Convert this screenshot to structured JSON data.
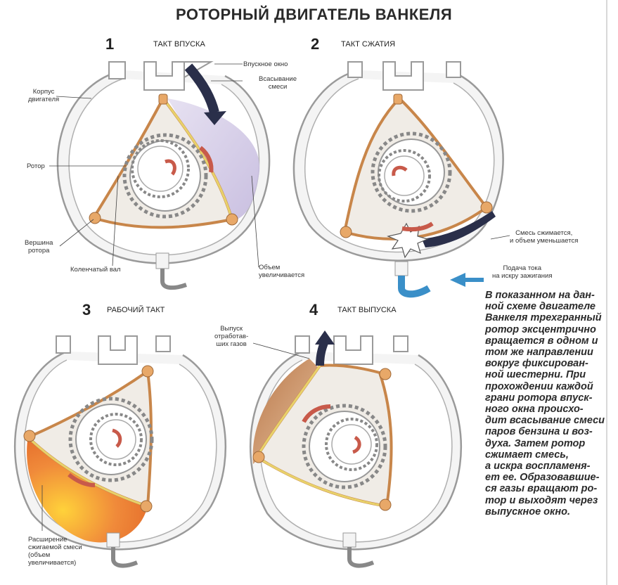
{
  "title": "РОТОРНЫЙ ДВИГАТЕЛЬ ВАНКЕЛЯ",
  "panels": [
    {
      "number": "1",
      "stage": "ТАКТ ВПУСКА"
    },
    {
      "number": "2",
      "stage": "ТАКТ СЖАТИЯ"
    },
    {
      "number": "3",
      "stage": "РАБОЧИЙ ТАКТ"
    },
    {
      "number": "4",
      "stage": "ТАКТ ВЫПУСКА"
    }
  ],
  "labels": {
    "intake_port": "Впускное окно",
    "intake_mix_1": "Всасывание",
    "intake_mix_2": "смеси",
    "housing_1": "Корпус",
    "housing_2": "двигателя",
    "rotor": "Ротор",
    "apex_1": "Вершина",
    "apex_2": "ротора",
    "crankshaft": "Коленчатый вал",
    "volume_inc_1": "Объем",
    "volume_inc_2": "увеличивается",
    "compress_1": "Смесь сжимается,",
    "compress_2": "и объем уменьшается",
    "spark_1": "Подача тока",
    "spark_2": "на искру зажигания",
    "exhaust_1": "Выпуск",
    "exhaust_2": "отработав-",
    "exhaust_3": "ших газов",
    "expansion_1": "Расширение",
    "expansion_2": "сжигаемой смеси",
    "expansion_3": "(объем",
    "expansion_4": "увеличивается)"
  },
  "description": [
    "В показанном на дан-",
    "ной схеме двигателе",
    "Ванкеля трехгранный",
    "ротор эксцентрично",
    "вращается в одном и",
    "том же направлении",
    "вокруг фиксирован-",
    "ной шестерни. При",
    "прохождении каждой",
    "грани ротора впуск-",
    "ного окна происхо-",
    "дит всасывание смеси",
    "паров бензина и воз-",
    "духа. Затем ротор",
    "сжимает смесь,",
    "а искра воспламеня-",
    "ет ее. Образовавшие-",
    "ся газы вращают ро-",
    "тор и выходят через",
    "выпускное окно."
  ],
  "colors": {
    "housing_stroke": "#9a9a9a",
    "rotor_orange": "#c8864a",
    "rotor_yellow": "#e8d26a",
    "intake_purple": "#c9bfe0",
    "exhaust_brown": "#c98a5c",
    "fire_orange": "#f08a3a",
    "gear_stroke": "#888888",
    "arrow_red": "#c85a4a",
    "dark_arrow": "#2a2f4a",
    "spark_blue": "#3a8fc8"
  }
}
